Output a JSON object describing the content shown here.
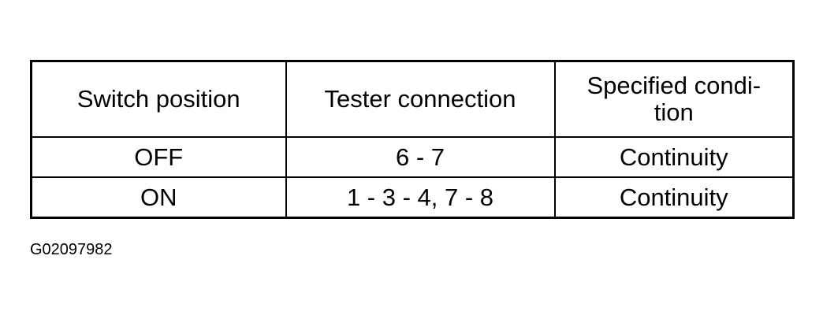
{
  "table": {
    "headers": [
      "Switch position",
      "Tester connection",
      [
        "Specified condi-",
        "tion"
      ]
    ],
    "rows": [
      [
        "OFF",
        "6 - 7",
        "Continuity"
      ],
      [
        "ON",
        "1 - 3 - 4, 7 - 8",
        "Continuity"
      ]
    ]
  },
  "figure_id": "G02097982"
}
